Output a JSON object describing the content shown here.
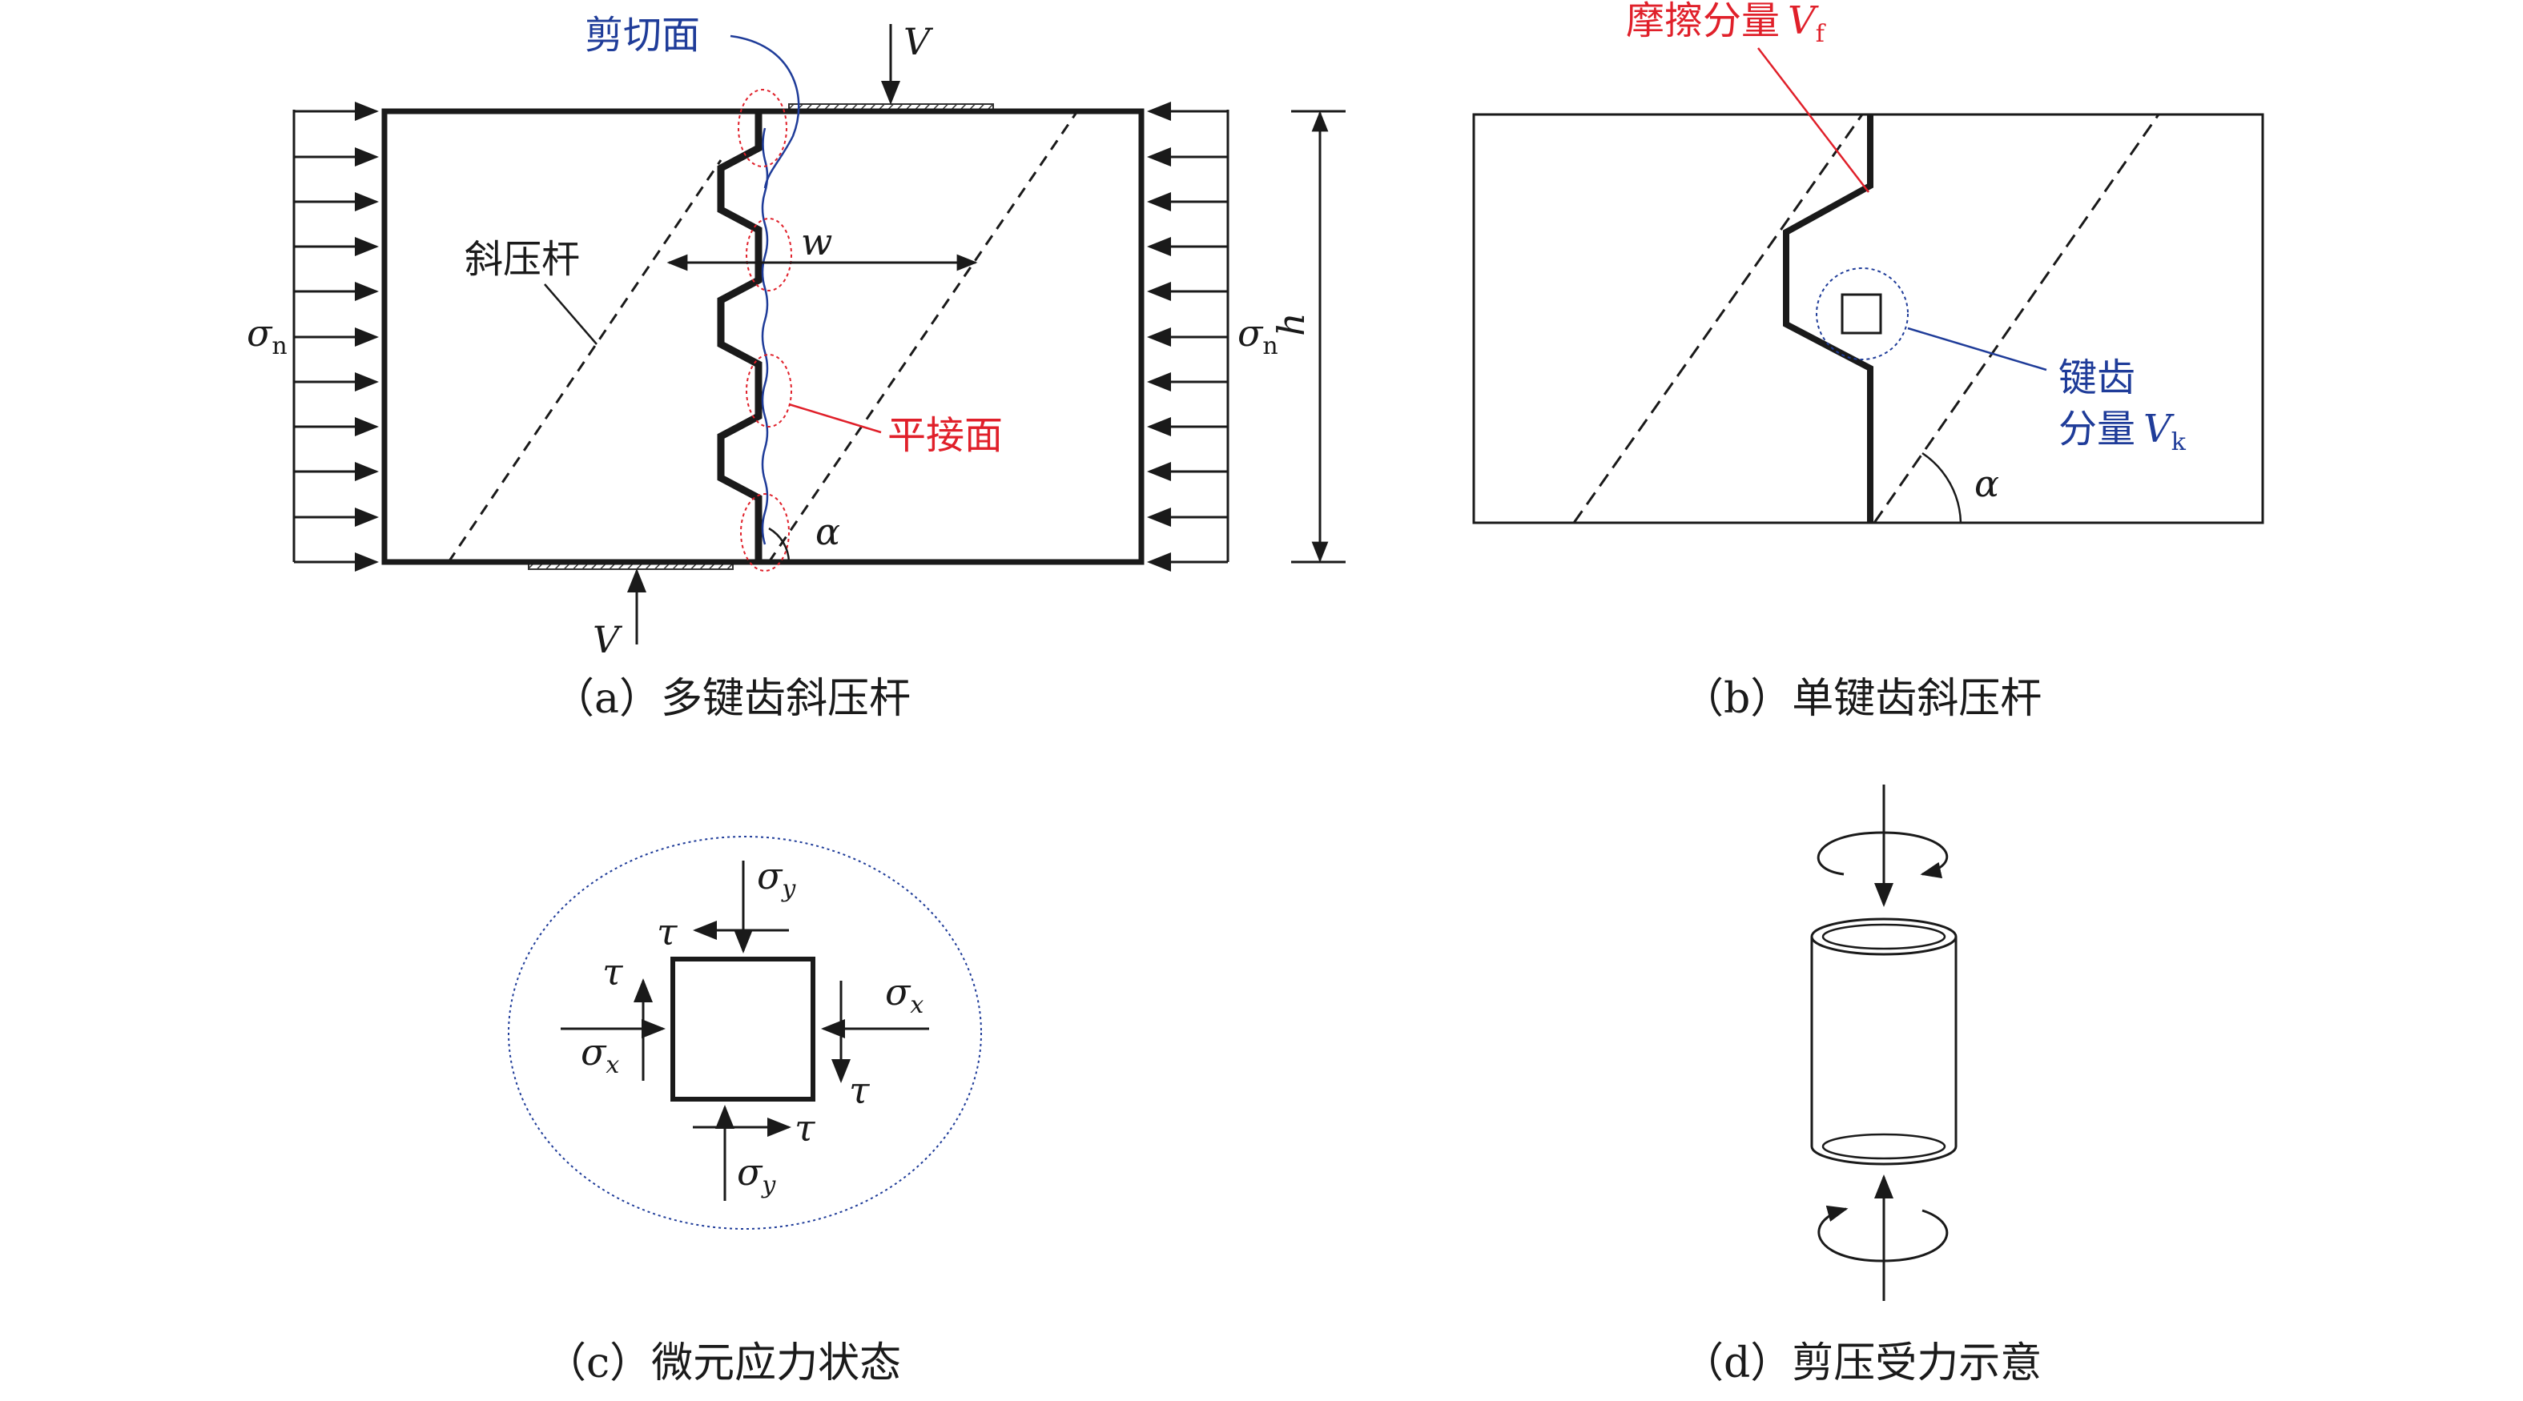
{
  "panel_a": {
    "caption": "（a）多键齿斜压杆",
    "shear_plane": "剪切面",
    "strut": "斜压杆",
    "flat_joint": "平接面",
    "width_symbol": "w",
    "height_symbol": "h",
    "angle_symbol": "α",
    "load_top": "V",
    "load_bottom": "V",
    "normal_stress_left": "σ",
    "normal_stress_left_sub": "n",
    "normal_stress_right": "σ",
    "normal_stress_right_sub": "n"
  },
  "panel_b": {
    "caption": "（b）单键齿斜压杆",
    "friction_label": "摩擦分量",
    "friction_symbol": "V",
    "friction_sub": "f",
    "key_label_line1": "键齿",
    "key_label_line2": "分量",
    "key_symbol": "V",
    "key_sub": "k",
    "angle_symbol": "α"
  },
  "panel_c": {
    "caption": "（c）微元应力状态",
    "sigma": "σ",
    "sub_y": "y",
    "sub_x": "x",
    "tau": "τ"
  },
  "panel_d": {
    "caption": "（d）剪压受力示意"
  },
  "colors": {
    "ink": "#1a1a1a",
    "blue_annotation": "#1f3c99",
    "red_annotation": "#e0202a"
  }
}
